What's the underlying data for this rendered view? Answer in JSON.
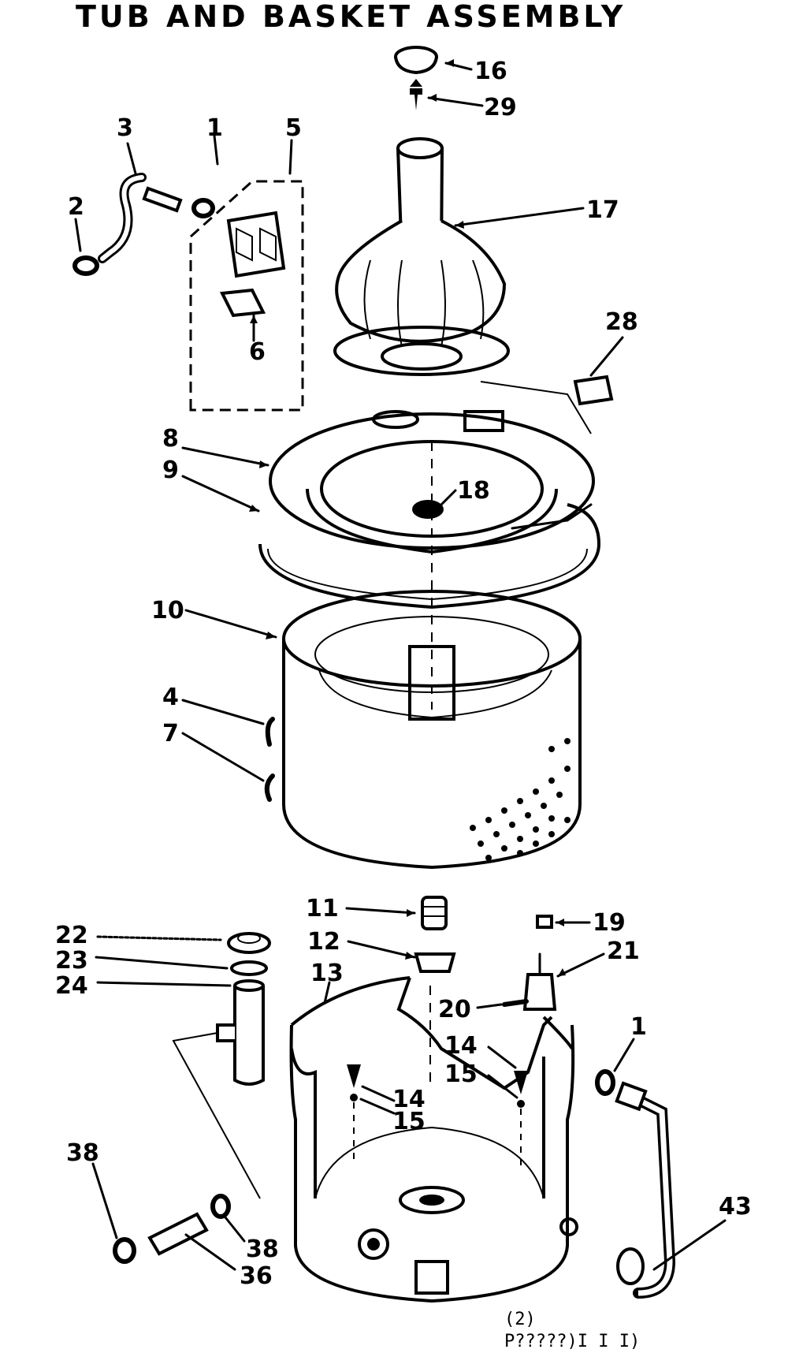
{
  "title": "TUB AND BASKET ASSEMBLY",
  "callouts": [
    "16",
    "29",
    "17",
    "3",
    "1",
    "5",
    "2",
    "6",
    "28",
    "8",
    "9",
    "18",
    "10",
    "4",
    "7",
    "22",
    "23",
    "24",
    "11",
    "12",
    "13",
    "19",
    "21",
    "20",
    "14",
    "15",
    "14",
    "15",
    "1",
    "38",
    "38",
    "36",
    "43"
  ],
  "footer_codes": [
    "(2)",
    "P?????)I I I)"
  ]
}
